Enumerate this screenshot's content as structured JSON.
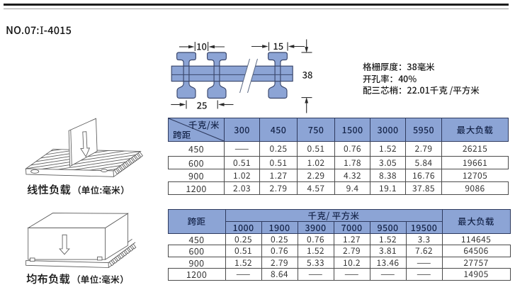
{
  "page": {
    "title": "NO.07:Ⅰ-4015"
  },
  "colors": {
    "header_blue": "#8ca4d5",
    "line_navy": "#3d4a6e",
    "text_navy": "#1b2a4e",
    "text_dark": "#333333"
  },
  "drawing": {
    "dim_gap": "10",
    "dim_flange": "15",
    "dim_height": "38",
    "dim_pitch": "25"
  },
  "specs": {
    "thickness": "格栅厚度：38毫米",
    "open_rate": "开孔率：40%",
    "weight": "配三芯梢：22.01千克 /平方米"
  },
  "load_table_linear": {
    "corner_top": "千克/米",
    "corner_bottom": "跨距",
    "columns": [
      "300",
      "450",
      "750",
      "1500",
      "3000",
      "5950"
    ],
    "max_load_label": "最大负载",
    "rows": [
      {
        "span": "450",
        "values": [
          "——",
          "0.25",
          "0.51",
          "0.76",
          "1.52",
          "2.79"
        ],
        "max": "26215"
      },
      {
        "span": "600",
        "values": [
          "0.51",
          "0.51",
          "1.02",
          "1.78",
          "3.05",
          "5.84"
        ],
        "max": "19661"
      },
      {
        "span": "900",
        "values": [
          "1.02",
          "1.27",
          "2.29",
          "4.32",
          "8.38",
          "16.76"
        ],
        "max": "12705"
      },
      {
        "span": "1200",
        "values": [
          "2.03",
          "2.79",
          "4.57",
          "9.4",
          "19.1",
          "37.85"
        ],
        "max": "9086"
      }
    ]
  },
  "load_table_uniform": {
    "span_label": "跨距",
    "group_label": "千克/ 平方米",
    "max_load_label": "最大负载",
    "columns": [
      "1000",
      "1900",
      "3900",
      "7000",
      "9500",
      "19500"
    ],
    "rows": [
      {
        "span": "450",
        "values": [
          "0.25",
          "0.25",
          "0.76",
          "1.27",
          "1.52",
          "3.3"
        ],
        "max": "114645"
      },
      {
        "span": "600",
        "values": [
          "0.51",
          "0.76",
          "1.52",
          "2.79",
          "3.81",
          "7.62"
        ],
        "max": "64506"
      },
      {
        "span": "900",
        "values": [
          "1.52",
          "2.79",
          "5.33",
          "10.2",
          "13.46",
          "——"
        ],
        "max": "27757"
      },
      {
        "span": "1200",
        "values": [
          "——",
          "8.64",
          "——",
          "——",
          "——",
          "——"
        ],
        "max": "14905"
      }
    ]
  },
  "diagrams": {
    "linear": {
      "label": "线性负载",
      "unit": "（单位:毫米）"
    },
    "uniform": {
      "label": "均布负载",
      "unit": "（单位:毫米）"
    }
  }
}
